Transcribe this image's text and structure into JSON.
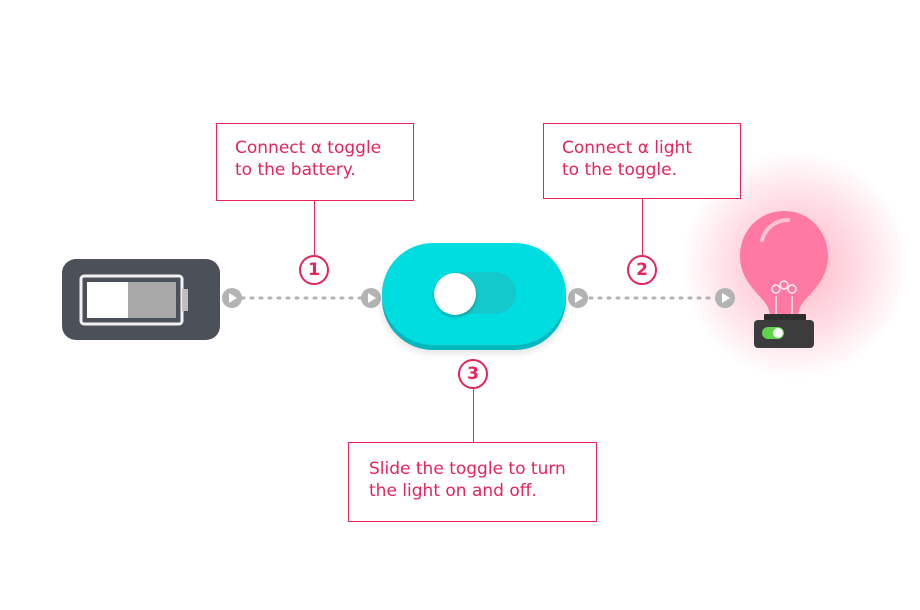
{
  "callouts": [
    {
      "number": "1",
      "line1": "Connect α toggle",
      "line2": "to the battery."
    },
    {
      "number": "2",
      "line1": "Connect α light",
      "line2": "to the toggle."
    },
    {
      "number": "3",
      "line1": "Slide the toggle to turn",
      "line2": "the light on and off."
    }
  ],
  "colors": {
    "accent": "#e5245a",
    "battery": "#4b5059",
    "toggle": "#00dde0",
    "connector": "#b3b3b3",
    "bulb": "#ff7aa2"
  },
  "icons": [
    "battery-icon",
    "toggle-switch-icon",
    "light-bulb-icon",
    "connector-arrow-icon"
  ]
}
